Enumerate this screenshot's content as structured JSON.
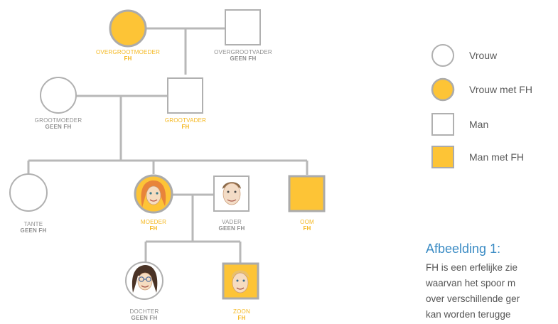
{
  "colors": {
    "fh_fill": "#fdc436",
    "fh_stroke": "#ababab",
    "line": "#b8b8b8",
    "shape_stroke": "#b0b0b0",
    "label_fh": "#f5b820",
    "label_no_fh": "#8f8f8f",
    "caption_title": "#3a8bc4"
  },
  "pedigree": {
    "members": [
      {
        "id": "overgrootmoeder",
        "name": "OVERGROOTMOEDER",
        "status": "FH",
        "sex": "female",
        "has_fh": true
      },
      {
        "id": "overgrootvader",
        "name": "OVERGROOTVADER",
        "status": "GEEN FH",
        "sex": "male",
        "has_fh": false
      },
      {
        "id": "grootmoeder",
        "name": "GROOTMOEDER",
        "status": "GEEN FH",
        "sex": "female",
        "has_fh": false
      },
      {
        "id": "grootvader",
        "name": "GROOTVADER",
        "status": "FH",
        "sex": "male",
        "has_fh": true
      },
      {
        "id": "tante",
        "name": "TANTE",
        "status": "GEEN FH",
        "sex": "female",
        "has_fh": false
      },
      {
        "id": "moeder",
        "name": "MOEDER",
        "status": "FH",
        "sex": "female",
        "has_fh": true,
        "portrait": "woman-face-icon"
      },
      {
        "id": "vader",
        "name": "VADER",
        "status": "GEEN FH",
        "sex": "male",
        "has_fh": false,
        "portrait": "man-face-icon"
      },
      {
        "id": "oom",
        "name": "OOM",
        "status": "FH",
        "sex": "male",
        "has_fh": true
      },
      {
        "id": "dochter",
        "name": "DOCHTER",
        "status": "GEEN FH",
        "sex": "female",
        "has_fh": false,
        "portrait": "girl-face-icon"
      },
      {
        "id": "zoon",
        "name": "ZOON",
        "status": "FH",
        "sex": "male",
        "has_fh": true,
        "portrait": "boy-face-icon"
      }
    ]
  },
  "legend": [
    {
      "label": "Vrouw",
      "shape": "circle",
      "fh": false
    },
    {
      "label": "Vrouw met FH",
      "shape": "circle",
      "fh": true
    },
    {
      "label": "Man",
      "shape": "square",
      "fh": false
    },
    {
      "label": "Man met FH",
      "shape": "square",
      "fh": true
    }
  ],
  "caption": {
    "title": "Afbeelding 1:",
    "lines": [
      "FH is een erfelijke zie",
      "waarvan het spoor m",
      "over verschillende ger",
      "kan worden terugge"
    ]
  }
}
